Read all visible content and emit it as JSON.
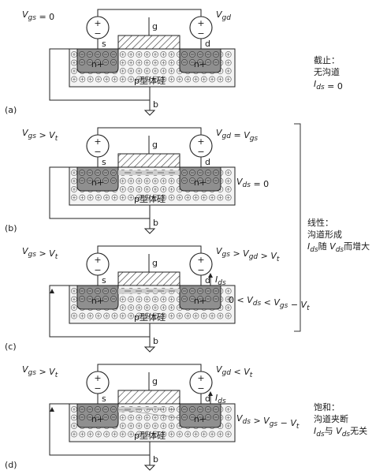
{
  "panels": [
    {
      "tag": "(a)",
      "vgs": "V_gs = 0",
      "vgd": "V_gd",
      "gate": "g",
      "source": "s",
      "drain": "d",
      "body": "b",
      "nplus": "n+",
      "psub": "p型体硅",
      "side": "",
      "ids": ""
    },
    {
      "tag": "(b)",
      "vgs": "V_gs > V_t",
      "vgd": "V_gd = V_gs",
      "gate": "g",
      "source": "s",
      "drain": "d",
      "body": "b",
      "nplus": "n+",
      "psub": "p型体硅",
      "side": "V_ds = 0",
      "ids": ""
    },
    {
      "tag": "(c)",
      "vgs": "V_gs > V_t",
      "vgd": "V_gs > V_gd > V_t",
      "gate": "g",
      "source": "s",
      "drain": "d",
      "body": "b",
      "nplus": "n+",
      "psub": "p型体硅",
      "side": "0 < V_ds < V_gs − V_t",
      "ids": "I_ds"
    },
    {
      "tag": "(d)",
      "vgs": "V_gs > V_t",
      "vgd": "V_gd < V_t",
      "gate": "g",
      "source": "s",
      "drain": "d",
      "body": "b",
      "nplus": "n+",
      "psub": "p型体硅",
      "side": "V_ds > V_gs − V_t",
      "ids": "I_ds"
    }
  ],
  "notes": {
    "cutoff": [
      "截止：",
      "无沟道",
      "I_ds = 0"
    ],
    "linear": [
      "线性：",
      "沟道形成",
      "I_ds随 V_ds而增大"
    ],
    "saturation": [
      "饱和：",
      "沟道夹断",
      "I_ds与 V_ds无关"
    ]
  }
}
